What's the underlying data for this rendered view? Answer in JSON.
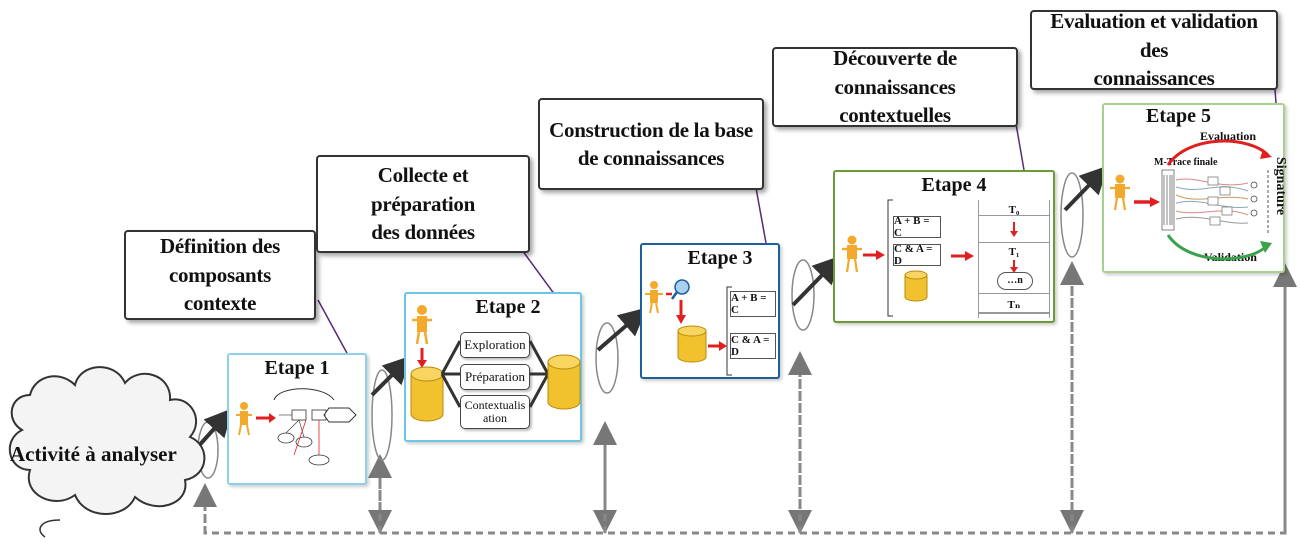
{
  "activity": {
    "label": "Activité à analyser"
  },
  "callouts": [
    {
      "key": "c1",
      "lines": [
        "Définition des",
        "composants contexte"
      ]
    },
    {
      "key": "c2",
      "lines": [
        "Collecte et préparation",
        "des données"
      ]
    },
    {
      "key": "c3",
      "lines": [
        "Construction de la base",
        "de connaissances"
      ]
    },
    {
      "key": "c4",
      "lines": [
        "Découverte de",
        "connaissances contextuelles"
      ]
    },
    {
      "key": "c5",
      "lines": [
        "Evaluation et validation des",
        "connaissances"
      ]
    }
  ],
  "stages": {
    "s1": {
      "title": "Etape 1"
    },
    "s2": {
      "title": "Etape 2",
      "steps": [
        "Exploration",
        "Préparation",
        "Contextualis ation"
      ]
    },
    "s3": {
      "title": "Etape 3",
      "equations": [
        "A + B = C",
        "C & A = D"
      ]
    },
    "s4": {
      "title": "Etape 4",
      "equations": [
        "A + B = C",
        "C & A = D"
      ],
      "traces": [
        "T₀",
        "T₁",
        "…n",
        "Tₙ"
      ]
    },
    "s5": {
      "title": "Etape 5",
      "trace_label": "M-Trace finale",
      "evaluation": "Evaluation",
      "validation": "Validation",
      "signature": "Signature"
    }
  },
  "colors": {
    "stage1": "#8ecfea",
    "stage2": "#6cc6e6",
    "stage3": "#1f5e9c",
    "stage4": "#6b9c3c",
    "stage5": "#a9d18e",
    "arrow_red": "#e02020",
    "cylinder": "#f2c12e",
    "person": "#f3a92b",
    "connector": "#5a2a7a"
  }
}
